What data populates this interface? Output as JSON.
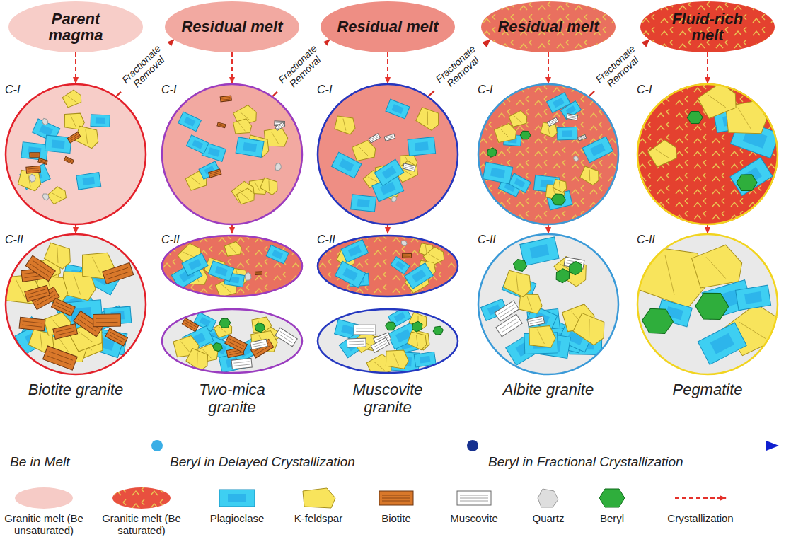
{
  "diagram": {
    "nodes": [
      {
        "text": [
          "Parent magma"
        ]
      },
      {
        "text": [
          "Residual melt"
        ]
      },
      {
        "text": [
          "Residual melt"
        ]
      },
      {
        "text": [
          "Residual melt"
        ]
      },
      {
        "text": [
          "Fluid-rich melt"
        ]
      },
      {
        "text": [
          "C-I"
        ]
      },
      {
        "text": [
          "C-I"
        ]
      },
      {
        "text": [
          "C-I"
        ]
      },
      {
        "text": [
          "C-I"
        ]
      },
      {
        "text": [
          "C-I"
        ]
      },
      {
        "text": [
          "C-II",
          "Biotite granite"
        ]
      },
      {
        "text": [
          "C-II",
          "Two-mica granite"
        ]
      },
      {
        "text": [
          "C-II",
          "Muscovite granite"
        ]
      },
      {
        "text": [
          "C-II",
          "Albite granite"
        ]
      },
      {
        "text": [
          "C-II",
          "Pegmatite"
        ]
      }
    ],
    "edges": [
      {
        "from": 0,
        "to": 5,
        "arrow": "to"
      },
      {
        "from": 5,
        "to": 10,
        "arrow": "to"
      },
      {
        "from": 5,
        "to": 1,
        "label": "Fractionate Removal",
        "arrow": "to"
      },
      {
        "from": 1,
        "to": 6,
        "arrow": "to"
      },
      {
        "from": 6,
        "to": 11,
        "arrow": "to"
      },
      {
        "from": 6,
        "to": 2,
        "label": "Fractionate Removal",
        "arrow": "to"
      },
      {
        "from": 2,
        "to": 7,
        "arrow": "to"
      },
      {
        "from": 7,
        "to": 12,
        "arrow": "to"
      },
      {
        "from": 7,
        "to": 3,
        "label": "Fractionate Removal",
        "arrow": "to"
      },
      {
        "from": 3,
        "to": 8,
        "arrow": "to"
      },
      {
        "from": 8,
        "to": 13,
        "arrow": "to"
      },
      {
        "from": 8,
        "to": 4,
        "label": "Fractionate Removal",
        "arrow": "to"
      },
      {
        "from": 4,
        "to": 9,
        "arrow": "to"
      },
      {
        "from": 9,
        "to": 14,
        "arrow": "to"
      }
    ],
    "labels": [
      "Be in Melt",
      "Beryl in Delayed Crystallization",
      "Beryl in Fractional Crystallization"
    ],
    "legend": [
      {
        "text": "Granitic melt (Be unsaturated)",
        "color": "#f6cbc6"
      },
      {
        "text": "Granitic melt (Be saturated)",
        "color": "#e8503f"
      },
      {
        "text": "Plagioclase",
        "color": "#3ecff2"
      },
      {
        "text": "K-feldspar",
        "color": "#f8e45c"
      },
      {
        "text": "Biotite",
        "color": "#d9782a"
      },
      {
        "text": "Muscovite",
        "color": "#ffffff"
      },
      {
        "text": "Quartz",
        "color": "#dedede"
      },
      {
        "text": "Beryl",
        "color": "#2fae3c"
      },
      {
        "text": "Crystallization"
      }
    ]
  }
}
